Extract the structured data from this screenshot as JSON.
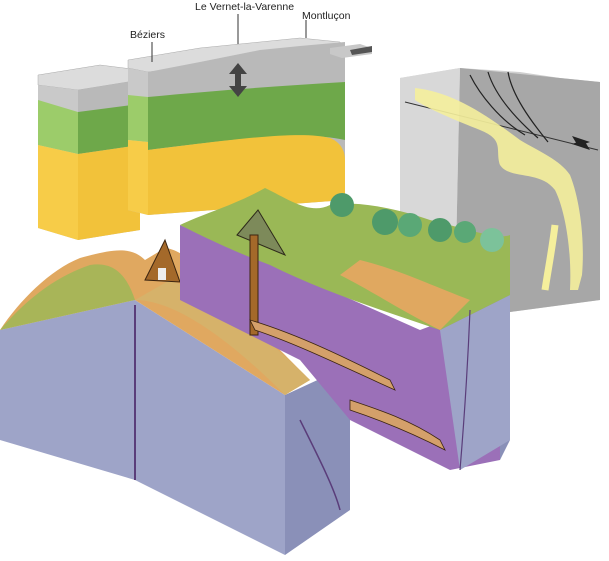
{
  "figure": {
    "labels": {
      "beziers": "Béziers",
      "vernet": "Le Vernet-la-Varenne",
      "montlucon": "Montluçon"
    },
    "colors": {
      "cover_gray": "#b9b9b9",
      "cover_top": "#dcdcdc",
      "green_layer": "#6ea84a",
      "green_light": "#9ccc6a",
      "yellow_layer": "#f2c23a",
      "yellow_side": "#e5b12b",
      "vein_yellow": "#f5ef9c",
      "block_gray": "#a7a7a7",
      "block_gray_light": "#cfcfcf",
      "basement_blue": "#9ea4c8",
      "basement_blue_side": "#8a90b8",
      "purple_rock": "#9b70b8",
      "terrain_green": "#9ab856",
      "terrain_ochre": "#e0a860",
      "tree_green": "#4e9a6a"
    }
  }
}
